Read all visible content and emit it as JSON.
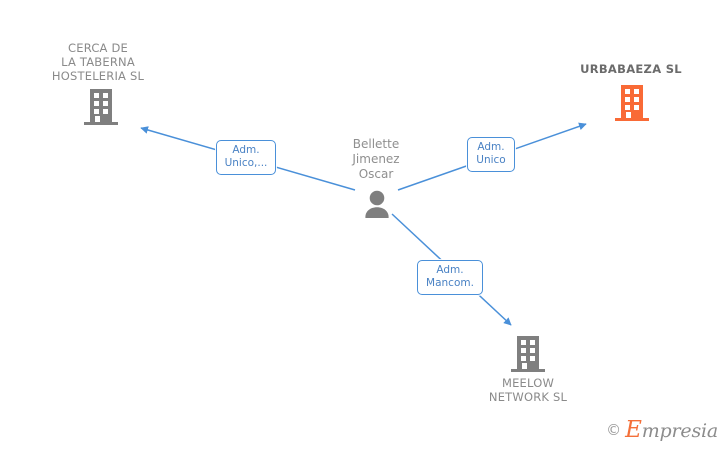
{
  "diagram": {
    "type": "entity-relationship-graph",
    "accent_color": "#4a90d9",
    "highlight_color": "#f96a36",
    "node_color": "#7f7f7f",
    "person": {
      "name": "Bellette\nJimenez\nOscar",
      "icon": "person-icon"
    },
    "companies": [
      {
        "id": "cerca-de-la-taberna",
        "name": "CERCA DE\nLA TABERNA\nHOSTELERIA SL",
        "icon": "building-icon",
        "color": "#7f7f7f",
        "highlight": false,
        "label_position": "above"
      },
      {
        "id": "urbabaeza",
        "name": "URBABAEZA SL",
        "icon": "building-icon",
        "color": "#f96a36",
        "highlight": true,
        "label_position": "above"
      },
      {
        "id": "meelow-network",
        "name": "MEELOW\nNETWORK SL",
        "icon": "building-icon",
        "color": "#7f7f7f",
        "highlight": false,
        "label_position": "below"
      }
    ],
    "relations": [
      {
        "id": "rel-cerca",
        "label": "Adm.\nUnico,...",
        "from": "Bellette Jimenez Oscar",
        "to": "CERCA DE LA TABERNA HOSTELERIA SL"
      },
      {
        "id": "rel-urbabaeza",
        "label": "Adm.\nUnico",
        "from": "Bellette Jimenez Oscar",
        "to": "URBABAEZA SL"
      },
      {
        "id": "rel-meelow",
        "label": "Adm.\nMancom.",
        "from": "Bellette Jimenez Oscar",
        "to": "MEELOW NETWORK SL"
      }
    ]
  },
  "watermark": {
    "copyright": "©",
    "brand_initial": "E",
    "brand_rest": "mpresia"
  }
}
